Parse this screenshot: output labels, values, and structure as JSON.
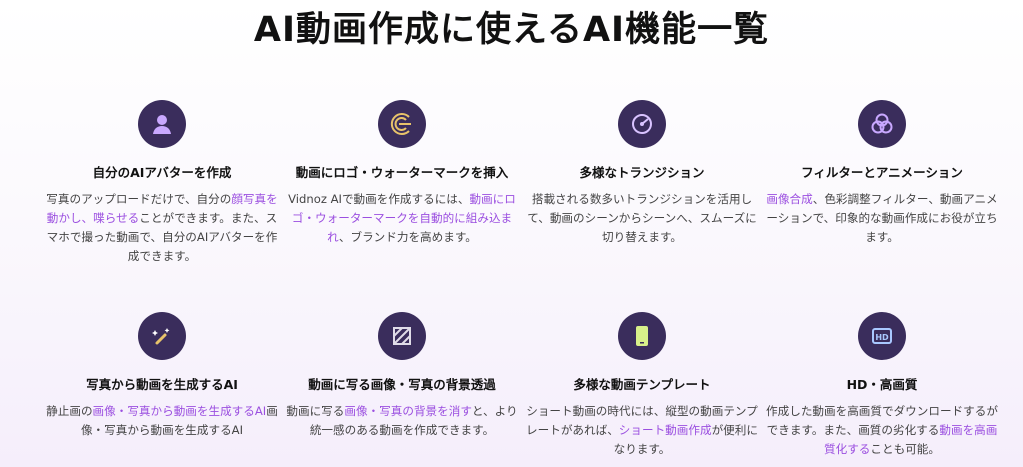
{
  "page": {
    "title": "AI動画作成に使えるAI機能一覧"
  },
  "features": [
    {
      "icon": "avatar-icon",
      "title": "自分のAIアバターを作成",
      "desc": [
        "写真のアップロードだけで、自分の",
        "顔写真を動かし、喋らせる",
        "ことができます。また、スマホで撮った動画で、自分のAIアバターを作成できます。"
      ]
    },
    {
      "icon": "logo-watermark-icon",
      "title": "動画にロゴ・ウォーターマークを挿入",
      "desc": [
        "Vidnoz AIで動画を作成するには、",
        "動画にロゴ・ウォーターマークを自動的に組み込まれ",
        "、ブランド力を高めます。"
      ]
    },
    {
      "icon": "transition-icon",
      "title": "多様なトランジション",
      "desc": [
        "搭載される数多いトランジションを活用して、動画のシーンからシーンへ、スムーズに切り替えます。"
      ]
    },
    {
      "icon": "filter-icon",
      "title": "フィルターとアニメーション",
      "desc": [
        "画像合成",
        "、色彩調整フィルター、動画アニメーションで、印象的な動画作成にお役が立ちます。"
      ]
    },
    {
      "icon": "magic-wand-icon",
      "title": "写真から動画を生成するAI",
      "desc": [
        "静止画の",
        "画像・写真から動画を生成するAI",
        "画像・写真から動画を生成するAI"
      ]
    },
    {
      "icon": "background-transparent-icon",
      "title": "動画に写る画像・写真の背景透過",
      "desc": [
        "動画に写る",
        "画像・写真の背景を消す",
        "と、より統一感のある動画を作成できます。"
      ]
    },
    {
      "icon": "template-icon",
      "title": "多様な動画テンプレート",
      "desc": [
        "ショート動画の時代には、縦型の動画テンプレートがあれば、",
        "ショート動画作成",
        "が便利になります。"
      ]
    },
    {
      "icon": "hd-icon",
      "title": "HD・高画質",
      "desc": [
        "作成した動画を高画質でダウンロードするができます。また、画質の劣化する",
        "動画を高画質化する",
        "ことも可能。"
      ]
    }
  ],
  "colors": {
    "icon_bg": "#3a2d5c",
    "link": "#9b4fe0",
    "icon_fg": "#c9a8ff"
  }
}
